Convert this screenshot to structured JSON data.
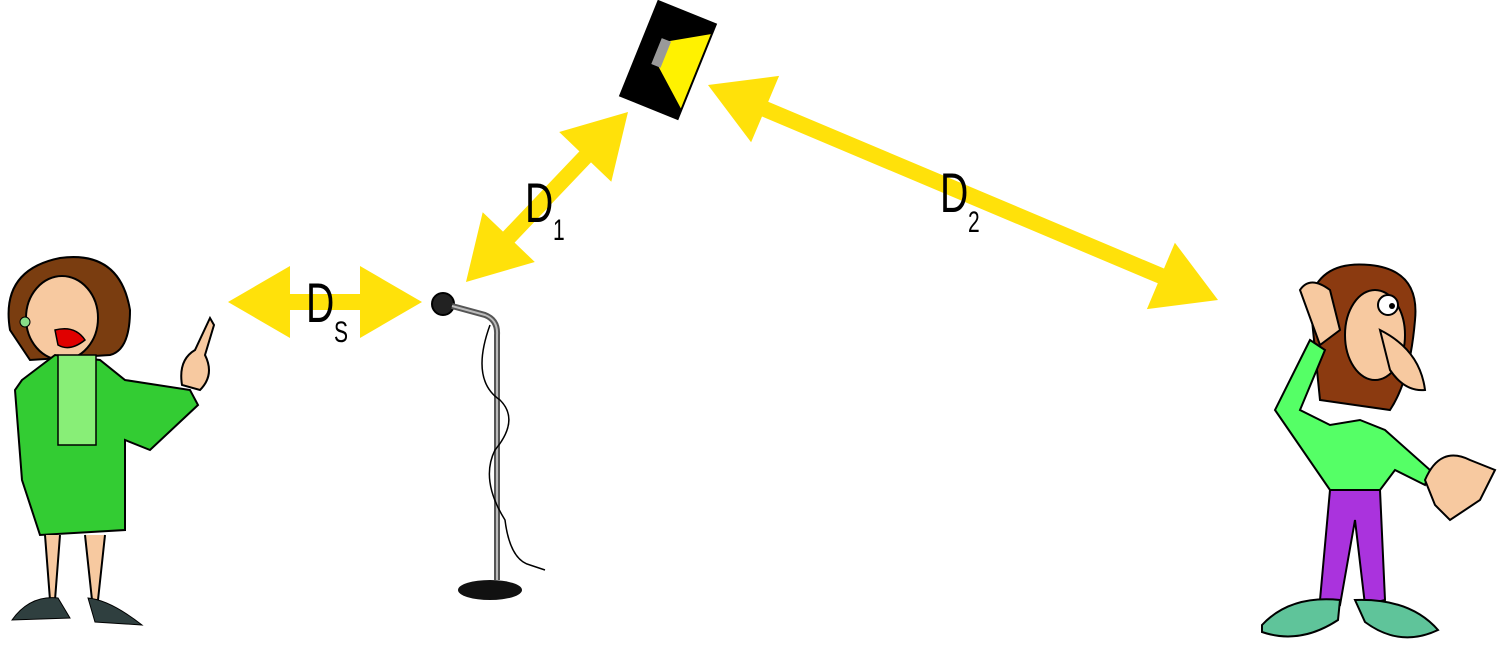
{
  "colors": {
    "arrow": "#FFE10A",
    "speaker_body": "#000000",
    "speaker_cone": "#FFF200",
    "woman_suit": "#33CC33",
    "man_shirt": "#55FF66",
    "man_pants": "#AA33DD"
  },
  "figures": [
    "woman-speaking",
    "microphone-on-stand",
    "loudspeaker",
    "man-listening"
  ],
  "labels": {
    "ds": {
      "main": "D",
      "sub": "S"
    },
    "d1": {
      "main": "D",
      "sub": "1"
    },
    "d2": {
      "main": "D",
      "sub": "2"
    }
  }
}
